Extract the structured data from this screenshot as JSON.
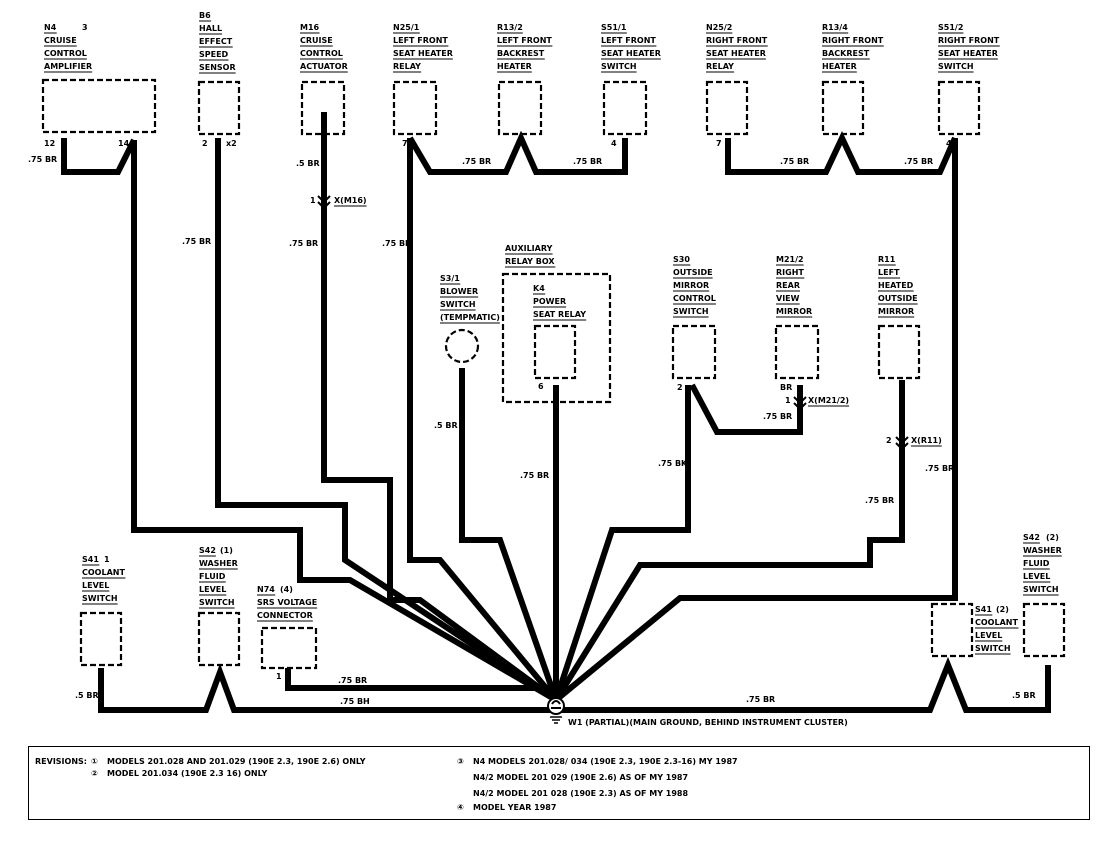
{
  "diagram": {
    "components": [
      {
        "id": "N4",
        "name": [
          "CRUISE",
          "CONTROL",
          "AMPLIFIER"
        ],
        "note": "3",
        "pins": [
          "12",
          "14"
        ]
      },
      {
        "id": "B6",
        "name": [
          "HALL",
          "EFFECT",
          "SPEED",
          "SENSOR"
        ],
        "pins": [
          "2",
          "x2"
        ]
      },
      {
        "id": "M16",
        "name": [
          "CRUISE",
          "CONTROL",
          "ACTUATOR"
        ],
        "connector": "X(M16)",
        "connector_pin": "1"
      },
      {
        "id": "N25/1",
        "name": [
          "LEFT FRONT",
          "SEAT HEATER",
          "RELAY"
        ],
        "pins": [
          "7"
        ]
      },
      {
        "id": "R13/2",
        "name": [
          "LEFT FRONT",
          "BACKREST",
          "HEATER"
        ]
      },
      {
        "id": "S51/1",
        "name": [
          "LEFT FRONT",
          "SEAT HEATER",
          "SWITCH"
        ],
        "pins": [
          "4"
        ]
      },
      {
        "id": "N25/2",
        "name": [
          "RIGHT FRONT",
          "SEAT HEATER",
          "RELAY"
        ],
        "pins": [
          "7"
        ]
      },
      {
        "id": "R13/4",
        "name": [
          "RIGHT FRONT",
          "BACKREST",
          "HEATER"
        ]
      },
      {
        "id": "S51/2",
        "name": [
          "RIGHT FRONT",
          "SEAT HEATER",
          "SWITCH"
        ],
        "pins": [
          "4"
        ]
      },
      {
        "id": "S3/1",
        "name": [
          "BLOWER",
          "SWITCH",
          "(TEMPMATIC)"
        ]
      },
      {
        "id": "K4",
        "name": [
          "POWER",
          "SEAT RELAY"
        ],
        "group": [
          "AUXILIARY",
          "RELAY BOX"
        ],
        "pins": [
          "6"
        ]
      },
      {
        "id": "S30",
        "name": [
          "OUTSIDE",
          "MIRROR",
          "CONTROL",
          "SWITCH"
        ],
        "pins": [
          "2"
        ]
      },
      {
        "id": "M21/2",
        "name": [
          "RIGHT",
          "REAR",
          "VIEW",
          "MIRROR"
        ],
        "wire": "BR",
        "connector": "X(M21/2)",
        "connector_pin": "1"
      },
      {
        "id": "R11",
        "name": [
          "LEFT",
          "HEATED",
          "OUTSIDE",
          "MIRROR"
        ],
        "connector": "X(R11)",
        "connector_pin": "2"
      },
      {
        "id": "S41",
        "name": [
          "COOLANT",
          "LEVEL",
          "SWITCH"
        ],
        "note": "1"
      },
      {
        "id": "S42",
        "name": [
          "WASHER",
          "FLUID",
          "LEVEL",
          "SWITCH"
        ],
        "note": "(1)"
      },
      {
        "id": "N74",
        "name": [
          "SRS VOLTAGE",
          "CONNECTOR"
        ],
        "note": "(4)",
        "pins": [
          "1"
        ]
      },
      {
        "id": "S41",
        "name": [
          "COOLANT",
          "LEVEL",
          "SWITCH"
        ],
        "note": "(2)"
      },
      {
        "id": "S42",
        "name": [
          "WASHER",
          "FLUID",
          "LEVEL",
          "SWITCH"
        ],
        "note": "(2)"
      }
    ],
    "wire_labels": {
      "w75": ".75 BR",
      "w5": ".5 BR",
      "w75k": ".75 BK",
      "w75h": ".75 BH",
      "br": "BR"
    },
    "ground": "W1 (PARTIAL)(MAIN GROUND, BEHIND INSTRUMENT CLUSTER)",
    "revisions": {
      "title": "REVISIONS:",
      "items": [
        {
          "mark": "1",
          "text": "MODELS 201.028 AND 201.029 (190E 2.3, 190E 2.6) ONLY"
        },
        {
          "mark": "2",
          "text": "MODEL 201.034 (190E 2.3 16) ONLY"
        },
        {
          "mark": "3",
          "text": "N4 MODELS 201.028/ 034 (190E 2.3, 190E 2.3-16) MY 1987"
        },
        {
          "mark": "",
          "text": "N4/2 MODEL 201 029 (190E 2.6) AS OF MY 1987"
        },
        {
          "mark": "",
          "text": "N4/2 MODEL 201 028 (190E 2.3) AS OF MY 1988"
        },
        {
          "mark": "4",
          "text": "MODEL YEAR 1987"
        }
      ]
    }
  }
}
